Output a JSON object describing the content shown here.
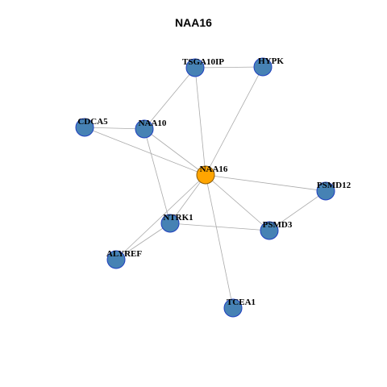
{
  "title": "NAA16",
  "colors": {
    "node_fill": "#4682B4",
    "node_border": "#1F3FBF",
    "center_fill": "#FFA500",
    "center_border": "#8B5A00",
    "edge": "#AAAAAA"
  },
  "nodes": [
    {
      "id": "NAA16",
      "label": "NAA16",
      "center": true
    },
    {
      "id": "TSGA10IP",
      "label": "TSGA10IP"
    },
    {
      "id": "HYPK",
      "label": "HYPK"
    },
    {
      "id": "CDCA5",
      "label": "CDCA5"
    },
    {
      "id": "NAA10",
      "label": "NAA10"
    },
    {
      "id": "PSMD12",
      "label": "PSMD12"
    },
    {
      "id": "NTRK1",
      "label": "NTRK1"
    },
    {
      "id": "PSMD3",
      "label": "PSMD3"
    },
    {
      "id": "ALYREF",
      "label": "ALYREF"
    },
    {
      "id": "TCEA1",
      "label": "TCEA1"
    }
  ],
  "edges": [
    [
      "TSGA10IP",
      "HYPK"
    ],
    [
      "TSGA10IP",
      "NAA10"
    ],
    [
      "TSGA10IP",
      "NAA16"
    ],
    [
      "HYPK",
      "NAA16"
    ],
    [
      "CDCA5",
      "NAA10"
    ],
    [
      "CDCA5",
      "NAA16"
    ],
    [
      "NAA10",
      "NAA16"
    ],
    [
      "NAA10",
      "NTRK1"
    ],
    [
      "NAA16",
      "PSMD12"
    ],
    [
      "NAA16",
      "PSMD3"
    ],
    [
      "NAA16",
      "NTRK1"
    ],
    [
      "NAA16",
      "ALYREF"
    ],
    [
      "NAA16",
      "TCEA1"
    ],
    [
      "PSMD12",
      "PSMD3"
    ],
    [
      "NTRK1",
      "PSMD3"
    ],
    [
      "NTRK1",
      "ALYREF"
    ]
  ]
}
